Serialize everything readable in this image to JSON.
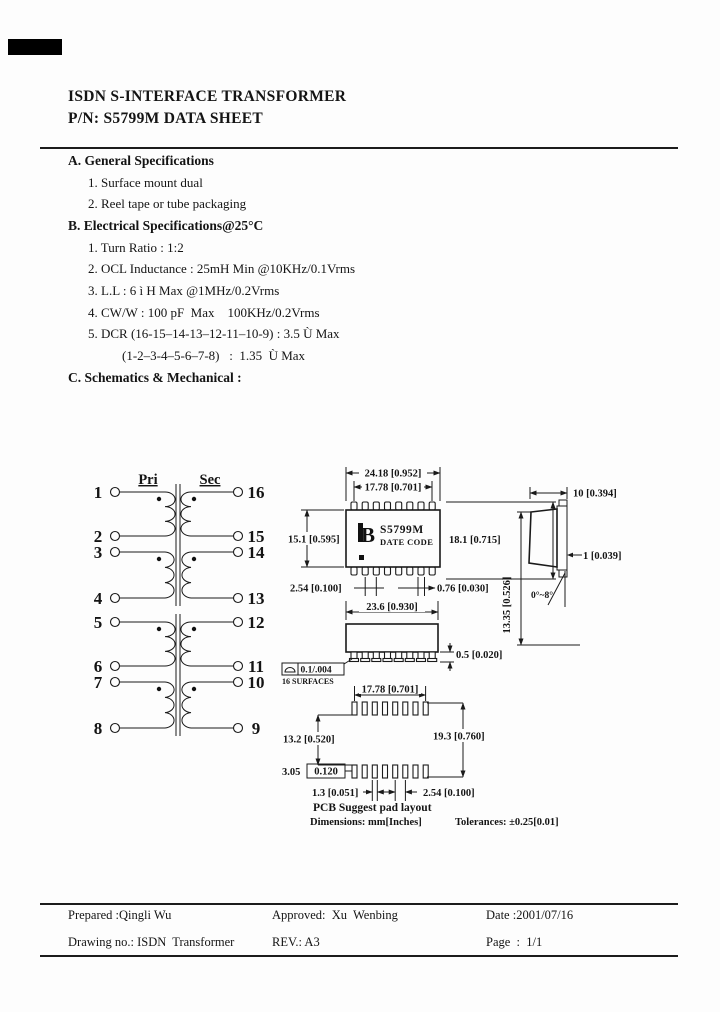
{
  "header": {
    "title1": "ISDN S-INTERFACE TRANSFORMER",
    "title2": "P/N: S5799M DATA SHEET"
  },
  "sections": {
    "a": {
      "heading": "A. General Specifications",
      "items": [
        "1. Surface mount dual",
        "2. Reel tape or tube packaging"
      ]
    },
    "b": {
      "heading": "B. Electrical Specifications@25°C",
      "items": [
        "1. Turn Ratio : 1:2",
        "2. OCL Inductance : 25mH Min @10KHz/0.1Vrms",
        "3. L.L : 6 ì H Max @1MHz/0.2Vrms",
        "4. CW/W : 100 pF  Max    100KHz/0.2Vrms",
        "5. DCR (16-15–14-13–12-11–10-9) : 3.5 Ù Max",
        "(1-2–3-4–5-6–7-8)   :  1.35  Ù Max"
      ]
    },
    "c": {
      "heading": "C. Schematics & Mechanical :"
    }
  },
  "schematic": {
    "pri": "Pri",
    "sec": "Sec",
    "left_pins": [
      "1",
      "2",
      "3",
      "4",
      "5",
      "6",
      "7",
      "8"
    ],
    "right_pins": [
      "16",
      "15",
      "14",
      "13",
      "12",
      "11",
      "10",
      "9"
    ]
  },
  "marking": {
    "part": "S5799M",
    "date_code": "DATE CODE"
  },
  "dims": {
    "top_width": "24.18 [0.952]",
    "pin_span": "17.78 [0.701]",
    "body_height": "15.1 [0.595]",
    "overall_height": "18.1 [0.715]",
    "pin_pitch": "2.54 [0.100]",
    "pin_width": "0.76 [0.030]",
    "side_depth": "10 [0.394]",
    "pin_thickness": "1 [0.039]",
    "lead_angle": "0°~8°",
    "side_height": "13.35 [0.526]",
    "front_width": "23.6 [0.930]",
    "standoff": "0.5 [0.020]",
    "coplanarity": "0.1/.004",
    "surfaces": "16 SURFACES",
    "pad_span": "17.78 [0.701]",
    "pad_gap_v": "13.2 [0.520]",
    "pad_outer_v": "19.3 [0.760]",
    "pad_height": "3.05",
    "pad_height_in": "0.120",
    "pad_width": "1.3 [0.051]",
    "pad_pitch": "2.54 [0.100]",
    "caption": "PCB Suggest pad layout",
    "note_dims": "Dimensions: mm[Inches]",
    "note_tol": "Tolerances: ±0.25[0.01]"
  },
  "footer": {
    "prepared": "Prepared :Qingli Wu",
    "approved": "Approved:  Xu  Wenbing",
    "date": "Date :2001/07/16",
    "drawing_no": "Drawing no.: ISDN  Transformer",
    "rev": "REV.: A3",
    "page": "Page  :  1/1"
  }
}
